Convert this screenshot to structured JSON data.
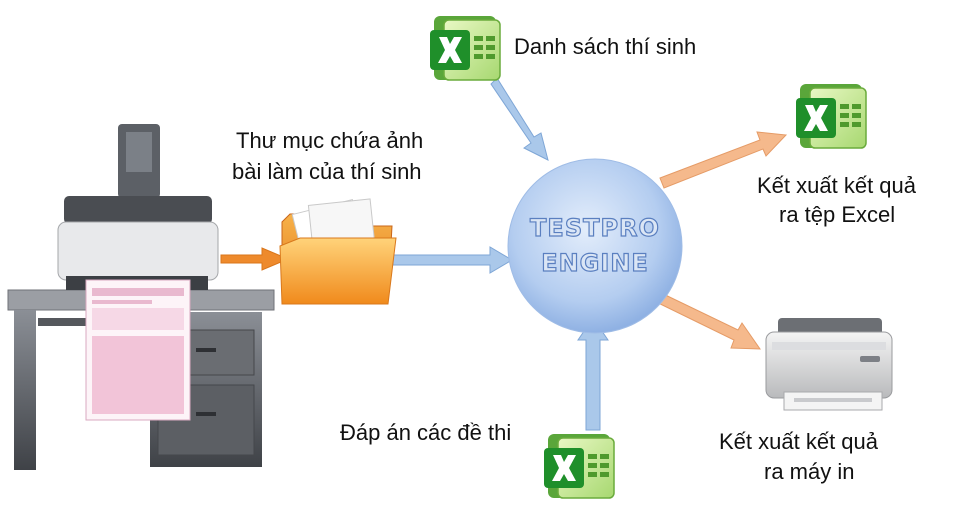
{
  "diagram": {
    "engine": {
      "line1": "TESTPRO",
      "line2": "ENGINE"
    },
    "inputs": {
      "candidate_list": "Danh sách thí sinh",
      "image_folder_line1": "Thư mục chứa ảnh",
      "image_folder_line2": "bài làm của thí sinh",
      "answer_keys": "Đáp án các đề thi"
    },
    "outputs": {
      "excel_line1": "Kết xuất kết quả",
      "excel_line2": "ra tệp Excel",
      "printer_line1": "Kết xuất kết quả",
      "printer_line2": "ra máy in"
    },
    "icons": {
      "excel": "excel-icon",
      "folder": "folder-icon",
      "scanner": "scanner-icon",
      "printer": "printer-icon"
    },
    "colors": {
      "input_arrow": "#aac8ea",
      "output_arrow": "#f5b98c",
      "scanner_arrow": "#ee8a2c",
      "engine_fill": "#b7cff0",
      "excel_green": "#1f8f2a"
    }
  }
}
